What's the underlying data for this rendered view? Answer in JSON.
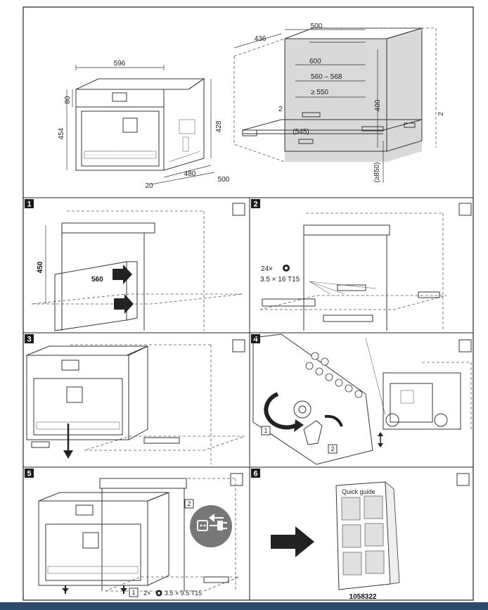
{
  "overview": {
    "appliance_dims": {
      "width": "596",
      "top_height": "80",
      "height": "454",
      "side_height": "428",
      "bottom_offset": "20",
      "depth": "480",
      "total_depth": "500"
    },
    "niche_dims": {
      "depth_top": "436",
      "width_top": "500",
      "width": "600",
      "inner_width_range": "560 – 568",
      "min_width": "≥ 550",
      "height": "400",
      "gap_left": "2",
      "gap_right": "2",
      "floor_depth": "(545)",
      "floor_height": "(≥850)"
    }
  },
  "steps": [
    {
      "number": "1",
      "labels": {
        "height": "450",
        "width": "560"
      }
    },
    {
      "number": "2",
      "labels": {
        "count": "24×",
        "screw": "3.5 × 16 T15"
      }
    },
    {
      "number": "3"
    },
    {
      "number": "4",
      "labels": {
        "sub1": "1",
        "sub2": "2"
      }
    },
    {
      "number": "5",
      "labels": {
        "sub1": "1",
        "sub2": "2",
        "count": "2×",
        "screw": "3.5 × 9.5 T15"
      }
    },
    {
      "number": "6",
      "labels": {
        "booklet_title": "Quick guide",
        "code": "1058322"
      }
    }
  ],
  "colors": {
    "frame": "#222222",
    "panel_gray": "#b9b9b9",
    "niche_shade": "#d9d9d9",
    "badge_bg": "#1a1a1a",
    "footer": "#2d4a6a"
  }
}
